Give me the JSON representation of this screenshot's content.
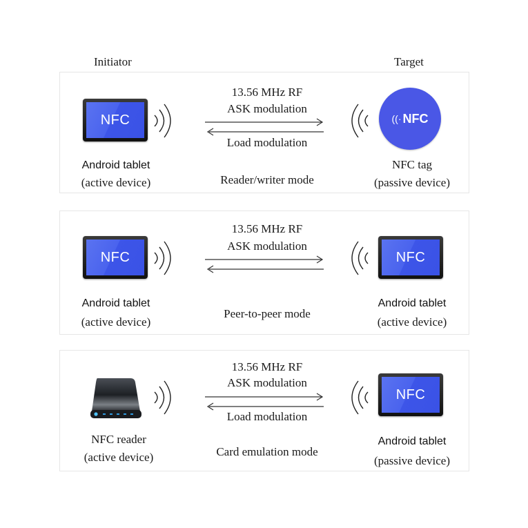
{
  "headers": {
    "initiator": "Initiator",
    "target": "Target"
  },
  "panels": [
    {
      "mode": "Reader/writer mode",
      "rf_line1": "13.56 MHz RF",
      "rf_line2": "ASK modulation",
      "return_label": "Load modulation",
      "initiator": {
        "icon": "tablet",
        "screen_text": "NFC",
        "name": "Android tablet",
        "role": "(active device)"
      },
      "target": {
        "icon": "nfc-tag",
        "screen_text": "NFC",
        "name": "NFC tag",
        "role": "(passive device)"
      }
    },
    {
      "mode": "Peer-to-peer mode",
      "rf_line1": "13.56 MHz RF",
      "rf_line2": "ASK modulation",
      "return_label": "",
      "initiator": {
        "icon": "tablet",
        "screen_text": "NFC",
        "name": "Android tablet",
        "role": "(active device)"
      },
      "target": {
        "icon": "tablet",
        "screen_text": "NFC",
        "name": "Android tablet",
        "role": "(active device)"
      }
    },
    {
      "mode": "Card emulation mode",
      "rf_line1": "13.56 MHz RF",
      "rf_line2": "ASK modulation",
      "return_label": "Load modulation",
      "initiator": {
        "icon": "nfc-reader",
        "screen_text": "",
        "name": "NFC reader",
        "role": "(active device)"
      },
      "target": {
        "icon": "tablet",
        "screen_text": "NFC",
        "name": "Android tablet",
        "role": "(passive device)"
      }
    }
  ],
  "colors": {
    "nfc_blue": "#4a57e6",
    "tablet_screen": "#4a63ee",
    "panel_border": "#e6e6e6"
  }
}
